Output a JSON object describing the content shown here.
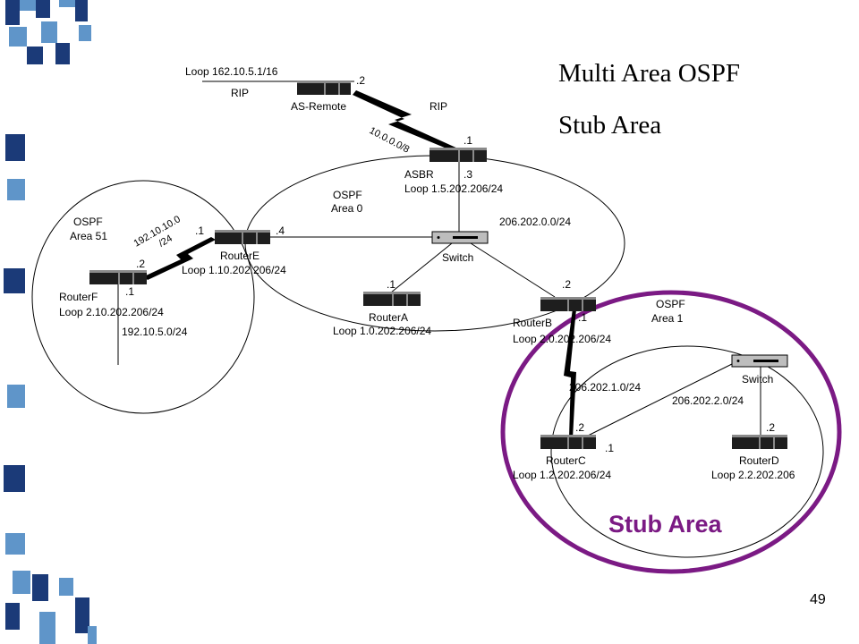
{
  "slide": {
    "title_lines": [
      "Multi Area OSPF",
      "Stub Area"
    ],
    "page_number": "49"
  },
  "routers": {
    "as_remote": {
      "name": "AS-Remote",
      "loopback": "Loop 162.10.5.1/16",
      "port": ".2"
    },
    "asbr": {
      "name": "ASBR",
      "loopback": "Loop 1.5.202.206/24",
      "port_top": ".1",
      "port_bottom": ".3"
    },
    "router_e": {
      "name": "RouterE",
      "loopback": "Loop 1.10.202.206/24",
      "port_left": ".1",
      "port_right": ".4"
    },
    "router_f": {
      "name": "RouterF",
      "loopback": "Loop 2.10.202.206/24",
      "port_top": ".2",
      "port_bottom": ".1"
    },
    "router_a": {
      "name": "RouterA",
      "loopback": "Loop 1.0.202.206/24",
      "port": ".1"
    },
    "router_b": {
      "name": "RouterB",
      "loopback": "Loop 2.0.202.206/24",
      "port_top": ".2",
      "port_bottom": ".1"
    },
    "router_c": {
      "name": "RouterC",
      "loopback": "Loop 1.2.202.206/24",
      "port_top": ".2",
      "port_right": ".1"
    },
    "router_d": {
      "name": "RouterD",
      "loopback": "Loop 2.2.202.206",
      "port": ".2"
    }
  },
  "switches": {
    "area0": {
      "name": "Switch"
    },
    "area1": {
      "name": "Switch"
    }
  },
  "areas": {
    "area0": {
      "line1": "OSPF",
      "line2": "Area 0"
    },
    "area51": {
      "line1": "OSPF",
      "line2": "Area 51"
    },
    "area1": {
      "line1": "OSPF",
      "line2": "Area 1"
    }
  },
  "networks": {
    "rip_left": "RIP",
    "rip_right": "RIP",
    "net_10": "10.0.0.0/8",
    "net_192_10_10_line1": "192.10.10.0",
    "net_192_10_10_line2": "/24",
    "net_192_10_5": "192.10.5.0/24",
    "net_206_202_0": "206.202.0.0/24",
    "net_206_202_1": "206.202.1.0/24",
    "net_206_202_2": "206.202.2.0/24"
  },
  "stub_label": "Stub Area",
  "colors": {
    "stub_circle": "#7b1a84",
    "left_bar_dark": "#1b3a78",
    "left_bar_light": "#5f95c9",
    "router_body": "#1e1e1e",
    "router_highlight": "#8a8a8a",
    "switch_body": "#bdbdbd"
  }
}
